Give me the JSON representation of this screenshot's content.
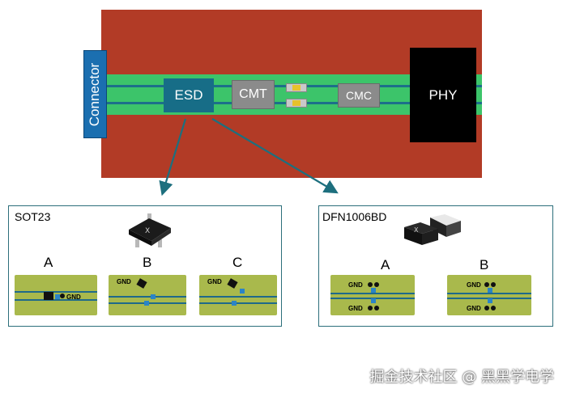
{
  "overview": {
    "connector_label": "Connector",
    "esd_label": "ESD",
    "cmt_label": "CMT",
    "cmc_label": "CMC",
    "phy_label": "PHY"
  },
  "panels": {
    "left": {
      "title": "SOT23",
      "options": [
        "A",
        "B",
        "C"
      ],
      "gnd": "GND"
    },
    "right": {
      "title": "DFN1006BD",
      "options": [
        "A",
        "B"
      ],
      "gnd": "GND"
    }
  },
  "colors": {
    "pcb": "#b23b26",
    "trace_band": "#3cc46a",
    "esd": "#176d87",
    "connector": "#1b6fb0",
    "board": "#a9b94c",
    "arrow": "#1d6f7e"
  },
  "watermark": "掘金技术社区 @ 黑黑学电学"
}
